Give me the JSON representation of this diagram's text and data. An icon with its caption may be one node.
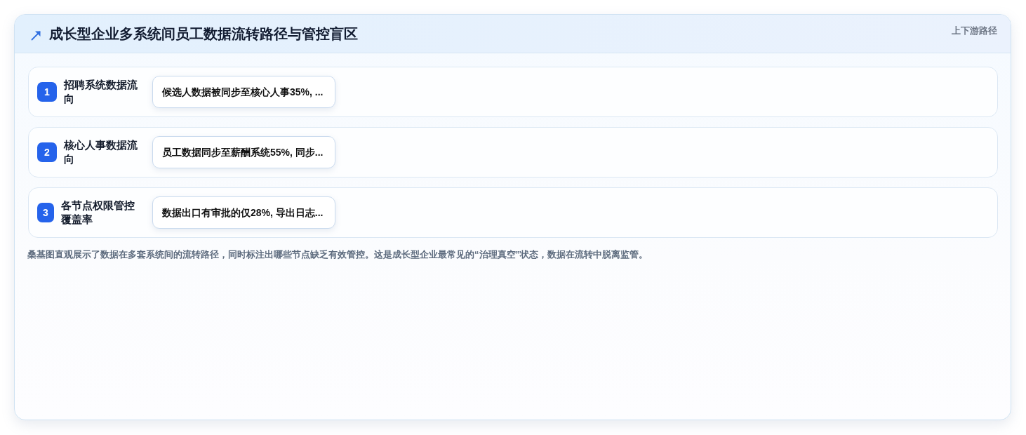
{
  "diagram": {
    "title": "成长型企业多系统间员工数据流转路径与管控盲区",
    "caption": "桑基图直观展示了数据在多套系统间的流转路径，同时标注出哪些节点缺乏有效管控。这是成长型企业最常见的“治理真空”状态，数据在流转中脱离监管。",
    "nodes": [
      {
        "text": [
          "招聘系统数据流向"
        ]
      },
      {
        "text": [
          "1"
        ],
        "in": 0
      },
      {
        "text": [
          "候选人数据被同步至核心人事35%, ..."
        ],
        "in": 0
      },
      {
        "text": [
          "核心人事数据流向"
        ]
      },
      {
        "text": [
          "2"
        ],
        "in": 3
      },
      {
        "text": [
          "员工数据同步至薪酬系统55%, 同步..."
        ],
        "in": 3
      },
      {
        "text": [
          "各节点权限管控覆盖率"
        ]
      },
      {
        "text": [
          "3"
        ],
        "in": 6
      },
      {
        "text": [
          "数据出口有审批的仅28%, 导出日志..."
        ],
        "in": 6
      }
    ],
    "labels": [
      "上下游路径"
    ]
  }
}
